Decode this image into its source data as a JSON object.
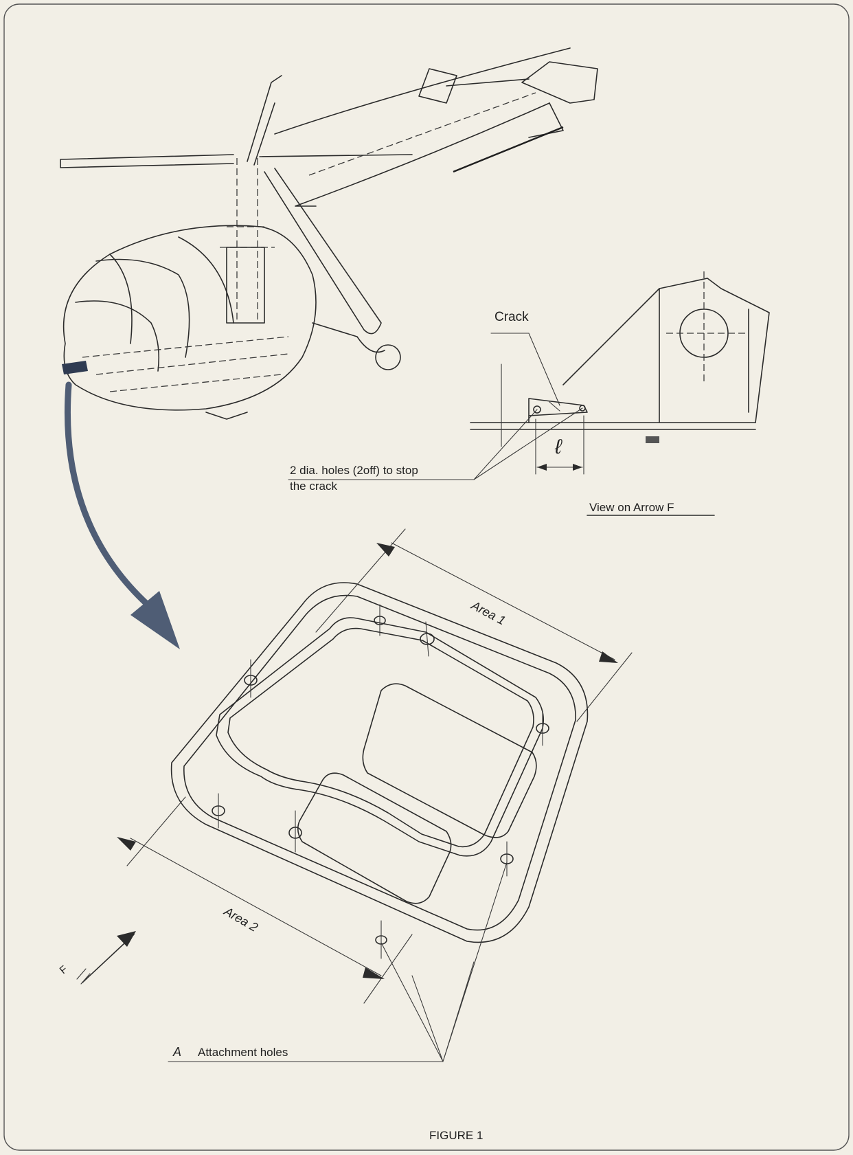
{
  "labels": {
    "crack": "Crack",
    "stop_holes_line1": "2 dia. holes (2off) to stop",
    "stop_holes_line2": "the crack",
    "view_arrow": "View on Arrow F",
    "dimension_l": "ℓ",
    "area1": "Area 1",
    "area2": "Area 2",
    "arrow_f": "F",
    "attachment_letter": "A",
    "attachment_holes": "Attachment holes",
    "figure": "FIGURE 1"
  },
  "colors": {
    "paper": "#f2efe6",
    "ink": "#2b2b2b",
    "callout_arrow": "#4f5d75"
  }
}
